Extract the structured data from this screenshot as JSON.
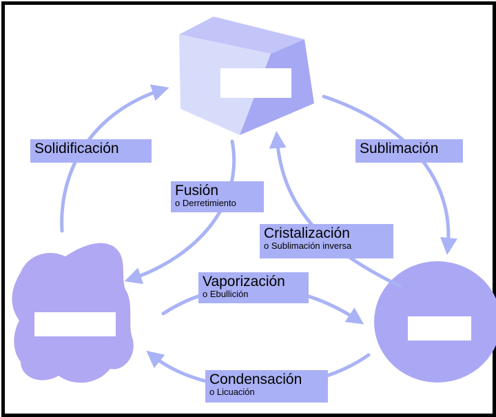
{
  "colors": {
    "border": "#000000",
    "label_bg": "#aab0f5",
    "arrow": "#a9b3f5",
    "cube_left": "#d8dcfb",
    "cube_right": "#a6a8f4",
    "cube_top": "#c3c5f9",
    "liquid": "#b0a8f2",
    "gas": "#aaa8f4",
    "blank": "#ffffff"
  },
  "states": {
    "solid": {
      "shape": "cube-icon",
      "label": ""
    },
    "liquid": {
      "shape": "blob-icon",
      "label": ""
    },
    "gas": {
      "shape": "circle-icon",
      "label": ""
    }
  },
  "transitions": {
    "solidification": {
      "label": "Solidificación"
    },
    "sublimation": {
      "label": "Sublimación"
    },
    "fusion": {
      "label": "Fusión",
      "sub": "o Derretimiento"
    },
    "crystallization": {
      "label": "Cristalización",
      "sub": "o Sublimación inversa"
    },
    "vaporization": {
      "label": "Vaporización",
      "sub": "o Ebullición"
    },
    "condensation": {
      "label": "Condensación",
      "sub": "o Licuación"
    }
  }
}
